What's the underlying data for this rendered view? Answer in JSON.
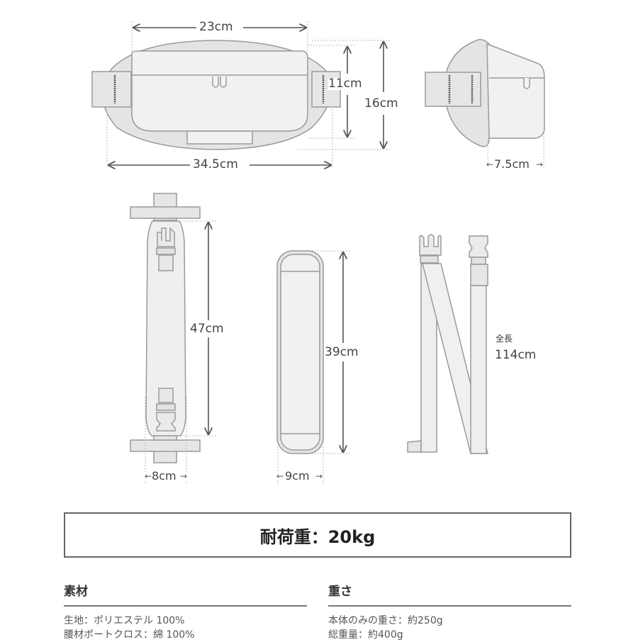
{
  "colors": {
    "fill": "#efefef",
    "fill_dark": "#e2e2e2",
    "stroke": "#9a9a9a",
    "arrow": "#555555",
    "text": "#333333",
    "box_border": "#666666"
  },
  "front_view": {
    "width_top": "23cm",
    "body_height": "11cm",
    "total_height": "16cm",
    "total_width": "34.5cm"
  },
  "side_view": {
    "depth": "7.5cm"
  },
  "back_panel": {
    "length": "47cm",
    "width": "8cm"
  },
  "shoulder_pad": {
    "length": "39cm",
    "width": "9cm"
  },
  "strap": {
    "label": "全長",
    "length": "114cm"
  },
  "load_capacity": {
    "text": "耐荷重：20kg"
  },
  "specs": {
    "material": {
      "title": "素材",
      "lines": [
        "生地：ポリエステル 100%",
        "腰材ポートクロス：綿 100%"
      ]
    },
    "weight": {
      "title": "重さ",
      "lines": [
        "本体のみの重さ：約250g",
        "総重量：約400g"
      ]
    }
  }
}
